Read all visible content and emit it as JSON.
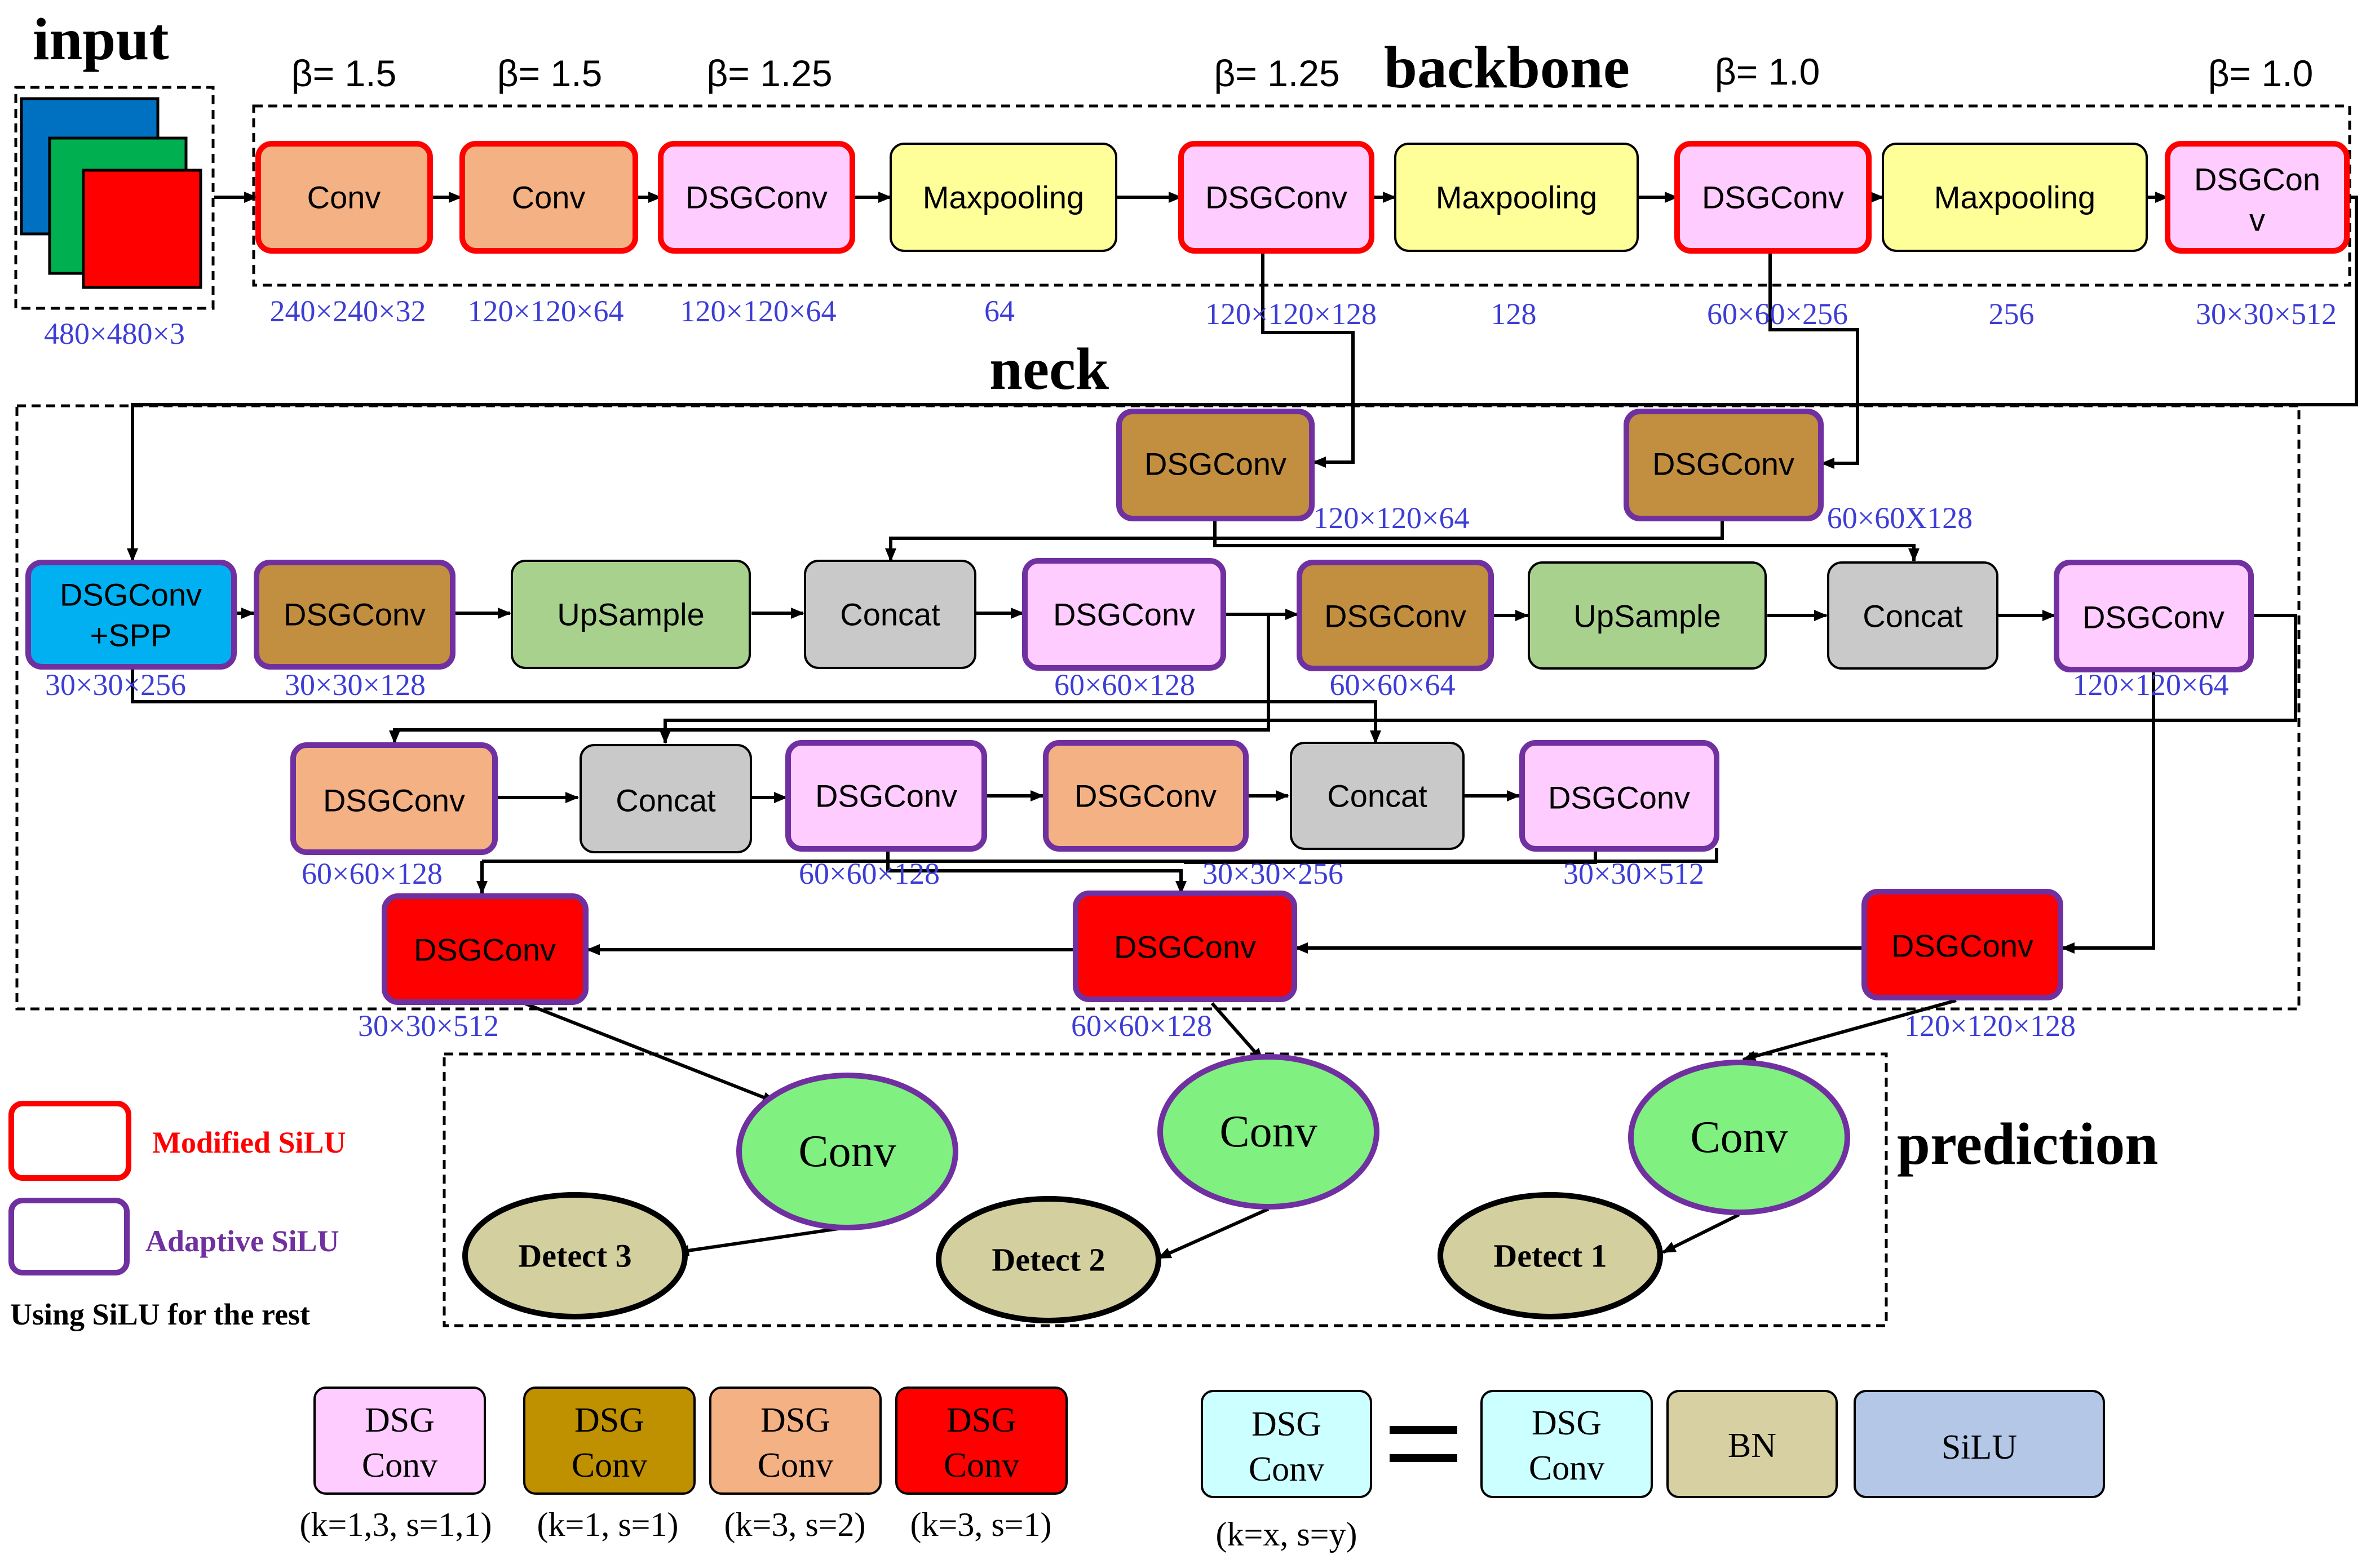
{
  "sections": {
    "input": "input",
    "backbone": "backbone",
    "neck": "neck",
    "prediction": "prediction"
  },
  "colors": {
    "conv_orange": "#f4b183",
    "dsg_pink": "#ffccff",
    "maxpool_yellow": "#ffff99",
    "dsg_brown": "#c28e3f",
    "dsg_blue": "#00b0f0",
    "upsample_green": "#a9d18e",
    "concat_gray": "#c9c9c9",
    "dsg_red": "#ff0000",
    "pred_conv_green": "#80f080",
    "detect_khaki": "#d3cf9e",
    "legend_brown": "#bf9000",
    "legend_cyan": "#ccffff",
    "legend_bn": "#d6d0a2",
    "legend_silu": "#b4c7e7",
    "border_modified": "#ff0000",
    "border_adaptive": "#7030a0",
    "dim_text": "#3d3dd6"
  },
  "input_dim": "480×480×3",
  "backbone": {
    "betas": [
      "β= 1.5",
      "β= 1.5",
      "β= 1.25",
      "β= 1.25",
      "β= 1.0",
      "β= 1.0"
    ],
    "blocks": [
      {
        "label": "Conv",
        "dim": "240×240×32"
      },
      {
        "label": "Conv",
        "dim": "120×120×64"
      },
      {
        "label": "DSGConv",
        "dim": "120×120×64"
      },
      {
        "label": "Maxpooling",
        "dim": "64"
      },
      {
        "label": "DSGConv",
        "dim": "120×120×128"
      },
      {
        "label": "Maxpooling",
        "dim": "128"
      },
      {
        "label": "DSGConv",
        "dim": "60×60×256"
      },
      {
        "label": "Maxpooling",
        "dim": "256"
      },
      {
        "label_line1": "DSGCon",
        "label_line2": "v",
        "dim": "30×30×512"
      }
    ]
  },
  "neck": {
    "top": [
      {
        "label": "DSGConv",
        "dim": "120×120×64"
      },
      {
        "label": "DSGConv",
        "dim": "60×60X128"
      }
    ],
    "row1": [
      {
        "label_line1": "DSGConv",
        "label_line2": "+SPP",
        "dim": "30×30×256"
      },
      {
        "label": "DSGConv",
        "dim": "30×30×128"
      },
      {
        "label": "UpSample"
      },
      {
        "label": "Concat"
      },
      {
        "label": "DSGConv",
        "dim": "60×60×128"
      },
      {
        "label": "DSGConv",
        "dim": "60×60×64"
      },
      {
        "label": "UpSample"
      },
      {
        "label": "Concat"
      },
      {
        "label": "DSGConv",
        "dim": "120×120×64"
      }
    ],
    "row2": [
      {
        "label": "DSGConv",
        "dim": "60×60×128"
      },
      {
        "label": "Concat"
      },
      {
        "label": "DSGConv",
        "dim": "60×60×128"
      },
      {
        "label": "DSGConv",
        "dim": "30×30×256"
      },
      {
        "label": "Concat"
      },
      {
        "label": "DSGConv",
        "dim": "30×30×512"
      }
    ],
    "row3": [
      {
        "label": "DSGConv",
        "dim": "30×30×512"
      },
      {
        "label": "DSGConv",
        "dim": "60×60×128"
      },
      {
        "label": "DSGConv",
        "dim": "120×120×128"
      }
    ]
  },
  "prediction": {
    "convs": [
      "Conv",
      "Conv",
      "Conv"
    ],
    "detects": [
      "Detect 3",
      "Detect 2",
      "Detect 1"
    ]
  },
  "legend": {
    "modified": "Modified SiLU",
    "adaptive": "Adaptive SiLU",
    "rest": "Using SiLU for the rest",
    "kernels": [
      {
        "l1": "DSG",
        "l2": "Conv",
        "caption": "(k=1,3, s=1,1)"
      },
      {
        "l1": "DSG",
        "l2": "Conv",
        "caption": "(k=1, s=1)"
      },
      {
        "l1": "DSG",
        "l2": "Conv",
        "caption": "(k=3, s=2)"
      },
      {
        "l1": "DSG",
        "l2": "Conv",
        "caption": "(k=3, s=1)"
      }
    ],
    "equation": {
      "lhs_l1": "DSG",
      "lhs_l2": "Conv",
      "lhs_caption": "(k=x, s=y)",
      "rhs1_l1": "DSG",
      "rhs1_l2": "Conv",
      "rhs2": "BN",
      "rhs3": "SiLU"
    }
  }
}
